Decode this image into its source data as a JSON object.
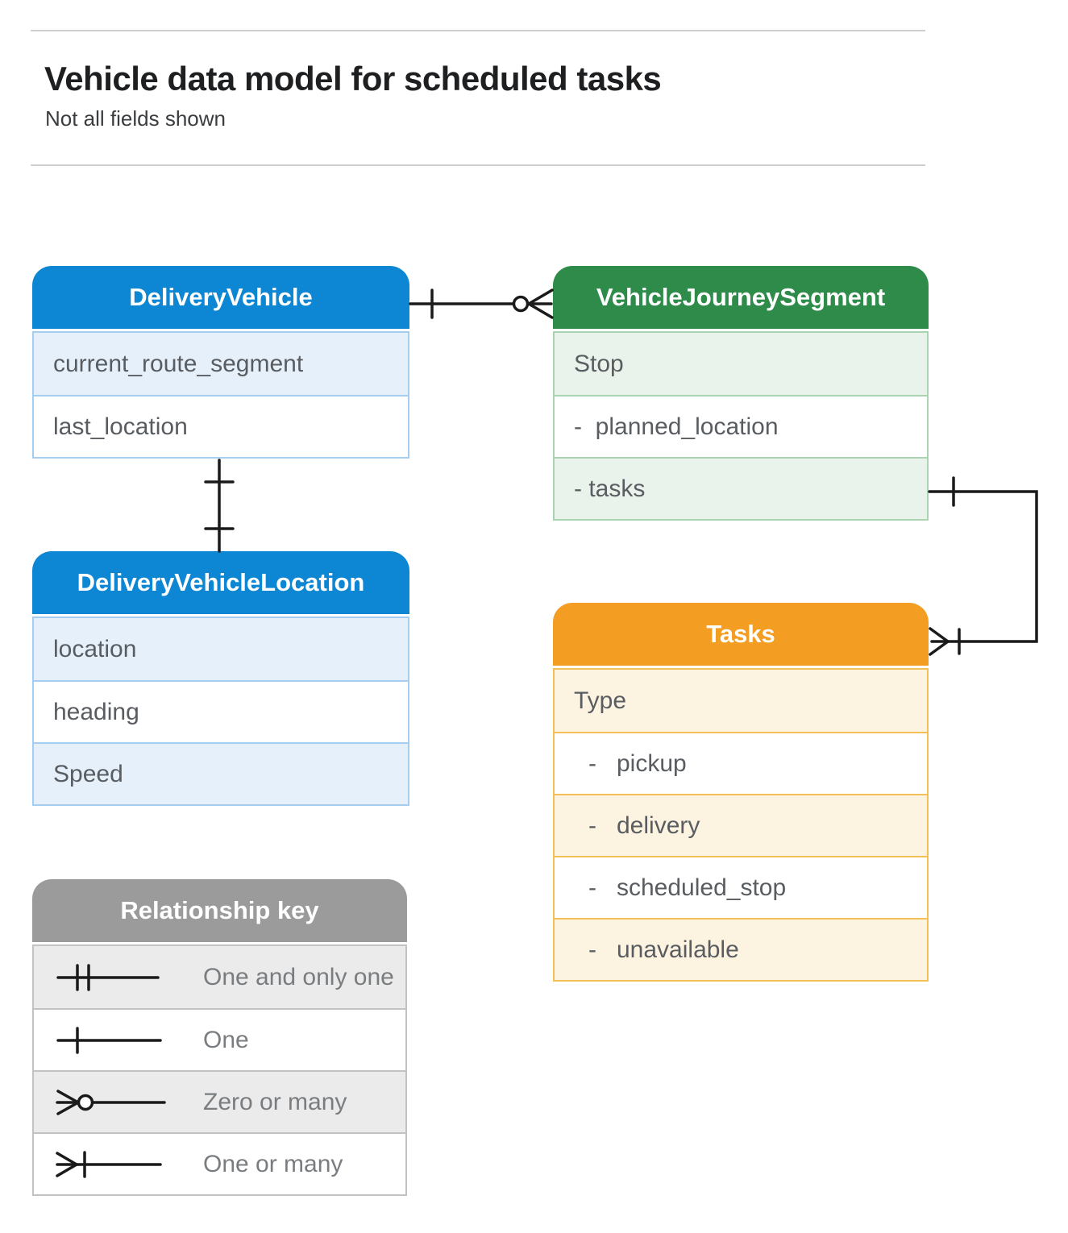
{
  "page": {
    "title": "Vehicle data model for scheduled tasks",
    "subtitle": "Not all fields shown"
  },
  "colors": {
    "blue_header": "#0d86d3",
    "blue_row_tint": "#e6f0fb",
    "blue_border": "#a5cdef",
    "green_header": "#2e8b49",
    "green_row_tint": "#e9f3eb",
    "green_border": "#a9d3b1",
    "orange_header": "#f49d23",
    "orange_row_tint": "#fdf3e1",
    "orange_border": "#f4bf55",
    "gray_header": "#9b9b9b",
    "gray_row_tint": "#ebebeb",
    "connector_line": "#1a1a1a",
    "row_text": "#595d61",
    "legend_text": "#7a7d80"
  },
  "entities": {
    "delivery_vehicle": {
      "title": "DeliveryVehicle",
      "rows": [
        {
          "label": "current_route_segment"
        },
        {
          "label": "last_location"
        }
      ]
    },
    "vehicle_journey_segment": {
      "title": "VehicleJourneySegment",
      "rows": [
        {
          "label": "Stop"
        },
        {
          "label": "-  planned_location"
        },
        {
          "label": "- tasks"
        }
      ]
    },
    "delivery_vehicle_location": {
      "title": "DeliveryVehicleLocation",
      "rows": [
        {
          "label": "location"
        },
        {
          "label": "heading"
        },
        {
          "label": "Speed"
        }
      ]
    },
    "tasks": {
      "title": "Tasks",
      "rows": [
        {
          "label": "Type"
        },
        {
          "label": "-   pickup"
        },
        {
          "label": "-   delivery"
        },
        {
          "label": "-   scheduled_stop"
        },
        {
          "label": "-   unavailable"
        }
      ]
    }
  },
  "legend": {
    "title": "Relationship key",
    "rows": [
      {
        "symbol": "one-and-only-one",
        "label": "One and only one"
      },
      {
        "symbol": "one",
        "label": "One"
      },
      {
        "symbol": "zero-or-many",
        "label": "Zero or many"
      },
      {
        "symbol": "one-or-many",
        "label": "One or many"
      }
    ]
  },
  "relationships": [
    {
      "from": "DeliveryVehicle",
      "to": "VehicleJourneySegment",
      "from_cardinality": "one",
      "to_cardinality": "zero-or-many"
    },
    {
      "from": "DeliveryVehicle",
      "to": "DeliveryVehicleLocation",
      "from_cardinality": "one",
      "to_cardinality": "one"
    },
    {
      "from": "VehicleJourneySegment.tasks",
      "to": "Tasks",
      "from_cardinality": "one",
      "to_cardinality": "one-or-many"
    }
  ]
}
